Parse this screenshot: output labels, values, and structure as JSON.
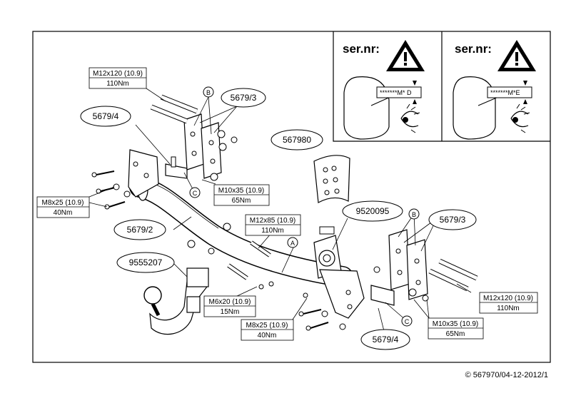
{
  "warning_panels": [
    {
      "title": "ser.nr:",
      "code": "*******M* D",
      "letter": "D"
    },
    {
      "title": "ser.nr:",
      "code": "*******M*E",
      "letter": "E"
    }
  ],
  "part_ovals": {
    "bracket_left_upper": "5679/3",
    "bracket_left": "5679/4",
    "kit": "567980",
    "crossbar": "5679/2",
    "socket_plate": "9520095",
    "towball": "9555207",
    "bracket_right_upper": "5679/3",
    "bracket_right": "5679/4"
  },
  "bolt_specs": [
    {
      "id": "m12x120-left",
      "size": "M12x120 (10.9)",
      "torque": "110Nm"
    },
    {
      "id": "m8x25-left",
      "size": "M8x25 (10.9)",
      "torque": "40Nm"
    },
    {
      "id": "m10x35-left",
      "size": "M10x35 (10.9)",
      "torque": "65Nm"
    },
    {
      "id": "m12x85",
      "size": "M12x85 (10.9)",
      "torque": "110Nm"
    },
    {
      "id": "m6x20",
      "size": "M6x20 (10.9)",
      "torque": "15Nm"
    },
    {
      "id": "m8x25-right",
      "size": "M8x25 (10.9)",
      "torque": "40Nm"
    },
    {
      "id": "m10x35-right",
      "size": "M10x35 (10.9)",
      "torque": "65Nm"
    },
    {
      "id": "m12x120-right",
      "size": "M12x120 (10.9)",
      "torque": "110Nm"
    }
  ],
  "circle_markers": {
    "b_left": "B",
    "c_left": "C",
    "a": "A",
    "b_right": "B",
    "c_right": "C"
  },
  "footer": "© 567970/04-12-2012/1"
}
